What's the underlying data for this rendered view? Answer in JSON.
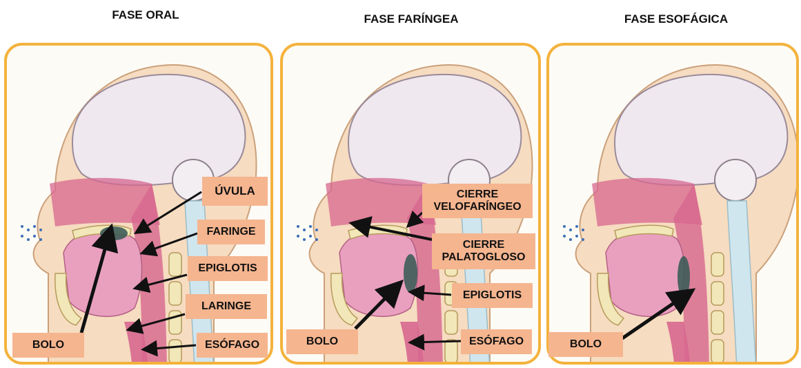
{
  "phases": [
    {
      "title": "FASE ORAL",
      "labels": {
        "uvula": "ÚVULA",
        "faringe": "FARINGE",
        "epiglotis": "EPIGLOTIS",
        "laringe": "LARINGE",
        "esofago": "ESÓFAGO",
        "bolo": "BOLO"
      }
    },
    {
      "title": "FASE FARÍNGEA",
      "labels": {
        "cierre_velo_1": "CIERRE",
        "cierre_velo_2": "VELOFARÍNGEO",
        "cierre_palato_1": "CIERRE",
        "cierre_palato_2": "PALATOGLOSO",
        "epiglotis": "EPIGLOTIS",
        "esofago": "ESÓFAGO",
        "bolo": "BOLO"
      }
    },
    {
      "title": "FASE ESOFÁGICA",
      "labels": {
        "bolo": "BOLO"
      }
    }
  ],
  "colors": {
    "panel_border": "#f4b23c",
    "label_bg": "#f5b58f",
    "skin": "#f6dcc0",
    "brain": "#efe8ee",
    "muscle": "#d7678f",
    "tongue": "#e9a0bf",
    "bone": "#f1e7b8",
    "bolus": "#3d5c58",
    "spine_canal": "#cfe6ee"
  }
}
